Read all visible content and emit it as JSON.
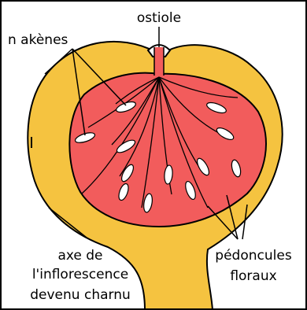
{
  "diagram": {
    "labels": {
      "ostiole": "ostiole",
      "akenes": "n akènes",
      "axe_line1": "axe de",
      "axe_line2": "l'inflorescence",
      "axe_line3": "devenu charnu",
      "pedoncules_line1": "pédoncules",
      "pedoncules_line2": "floraux"
    },
    "colors": {
      "receptacle": "#F5C340",
      "cavity": "#F25C5C",
      "akene": "#FFFFFF",
      "outline": "#000000",
      "background": "#FFFFFF"
    }
  }
}
